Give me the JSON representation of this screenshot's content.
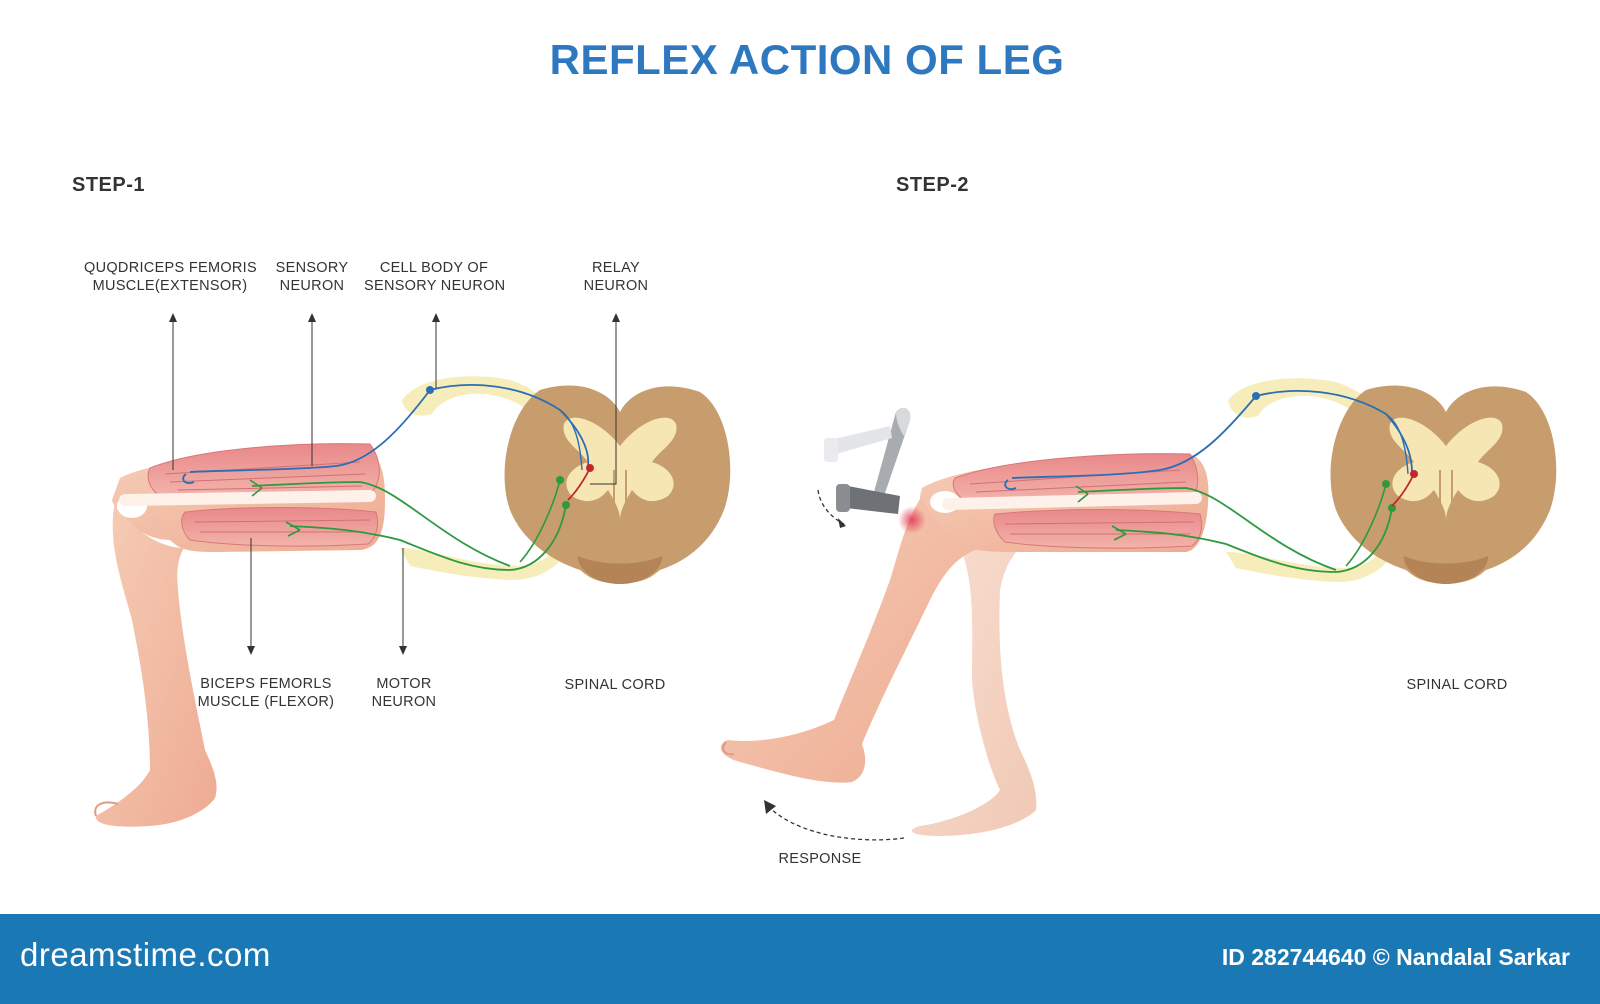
{
  "title": "REFLEX ACTION OF LEG",
  "steps": [
    "STEP-1",
    "STEP-2"
  ],
  "labels": {
    "quadriceps": [
      "QUQDRICEPS FEMORIS",
      "MUSCLE(EXTENSOR)"
    ],
    "sensory_neuron": [
      "SENSORY",
      "NEURON"
    ],
    "cell_body": [
      "CELL BODY OF",
      "SENSORY NEURON"
    ],
    "relay_neuron": [
      "RELAY",
      "NEURON"
    ],
    "biceps": [
      "BICEPS FEMORLS",
      "MUSCLE (FLEXOR)"
    ],
    "motor_neuron": [
      "MOTOR",
      "NEURON"
    ],
    "spinal_cord_1": "SPINAL CORD",
    "spinal_cord_2": "SPINAL CORD",
    "response": "RESPONSE"
  },
  "footer": {
    "brand": "dreamstime.com",
    "credit": "ID 282744640 © Nandalal Sarkar"
  },
  "colors": {
    "title": "#2e78c0",
    "sensory": "#2a6fb5",
    "motor": "#2e9a3e",
    "relay": "#c0282d",
    "cord_grey": "#c49a6c",
    "cord_white": "#f6e6b4",
    "footer": "#1a78b4"
  }
}
